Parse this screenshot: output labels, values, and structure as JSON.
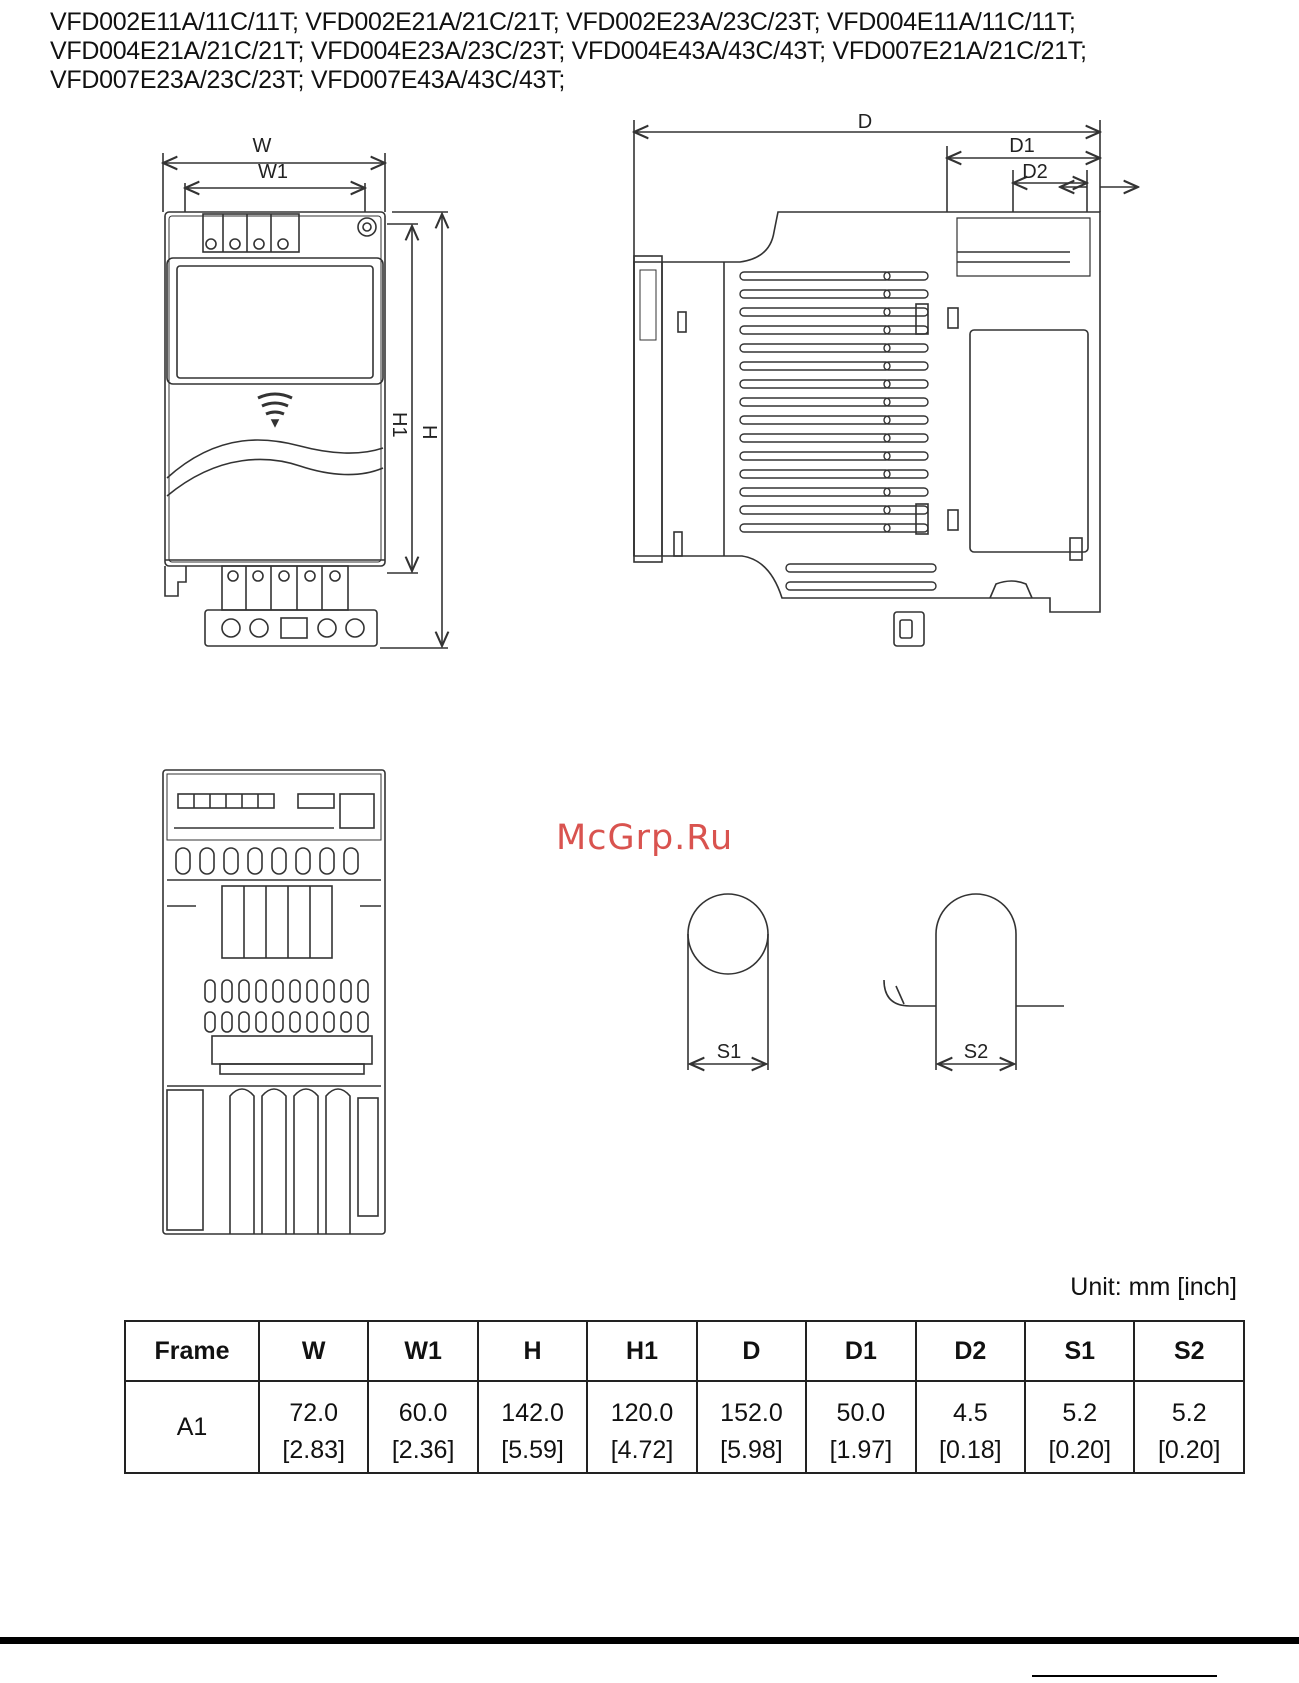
{
  "models": {
    "lines": [
      "VFD002E11A/11C/11T; VFD002E21A/21C/21T; VFD002E23A/23C/23T; VFD004E11A/11C/11T;",
      "VFD004E21A/21C/21T; VFD004E23A/23C/23T; VFD004E43A/43C/43T; VFD007E21A/21C/21T;",
      "VFD007E23A/23C/23T; VFD007E43A/43C/43T;"
    ]
  },
  "drawing_labels": {
    "w": "W",
    "w1": "W1",
    "h": "H",
    "h1": "H1",
    "d": "D",
    "d1": "D1",
    "d2": "D2",
    "s1": "S1",
    "s2": "S2"
  },
  "watermark": "McGrp.Ru",
  "unit": "Unit: mm [inch]",
  "table": {
    "headers": [
      "Frame",
      "W",
      "W1",
      "H",
      "H1",
      "D",
      "D1",
      "D2",
      "S1",
      "S2"
    ],
    "frame": "A1",
    "mm": [
      "72.0",
      "60.0",
      "142.0",
      "120.0",
      "152.0",
      "50.0",
      "4.5",
      "5.2",
      "5.2"
    ],
    "inch": [
      "[2.83]",
      "[2.36]",
      "[5.59]",
      "[4.72]",
      "[5.98]",
      "[1.97]",
      "[0.18]",
      "[0.20]",
      "[0.20]"
    ]
  }
}
